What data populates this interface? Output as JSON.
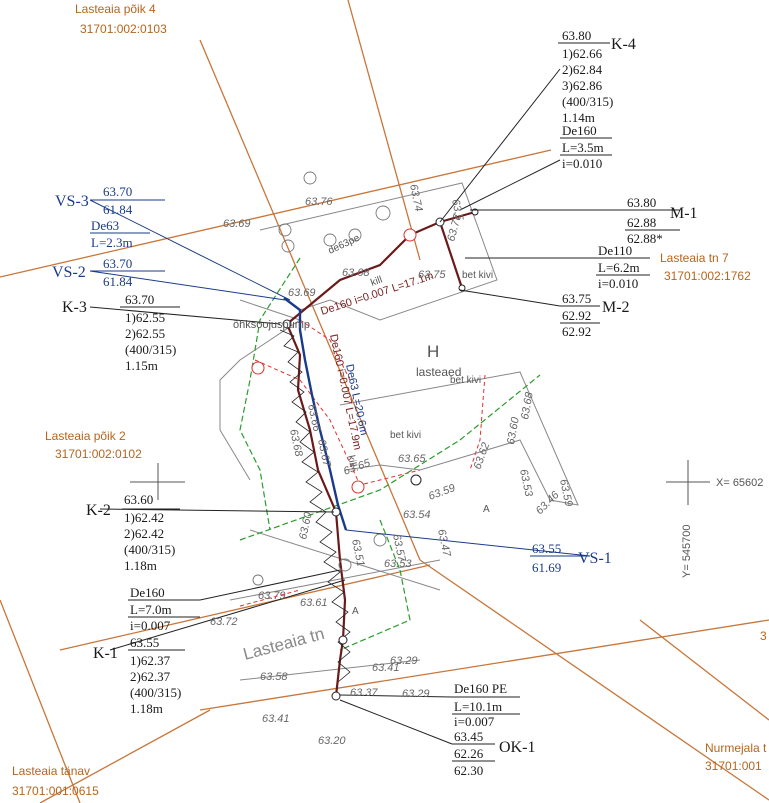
{
  "parcels": {
    "top_left_name": "Lasteaia põik 4",
    "top_left_id": "31701:002:0103",
    "left_mid_name": "Lasteaia põik 2",
    "left_mid_id": "31701:002:0102",
    "right_name": "Lasteaia tn 7",
    "right_id": "31701:002:1762",
    "bottom_left_name": "Lasteaia tänav",
    "bottom_left_id": "31701:001:0615",
    "bottom_right_name": "Nurmejala t",
    "bottom_right_id": "31701:001",
    "edge_right_fragment": "3"
  },
  "nodes": {
    "k4": {
      "name": "K-4",
      "top": "63.80",
      "l1": "1)62.66",
      "l2": "2)62.84",
      "l3": "3)62.86",
      "l4": "(400/315)",
      "l5": "1.14m"
    },
    "k4_pipe": {
      "type": "De160",
      "len": "L=3.5m",
      "slope": "i=0.010"
    },
    "m1": {
      "name": "M-1",
      "top": "63.80",
      "l1": "62.88",
      "l2": "62.88*"
    },
    "m1_pipe": {
      "type": "De110",
      "len": "L=6.2m",
      "slope": "i=0.010"
    },
    "m2": {
      "name": "M-2",
      "top": "63.75",
      "l1": "62.92",
      "l2": "62.92"
    },
    "vs3": {
      "name": "VS-3",
      "top": "63.70",
      "bottom": "61.84"
    },
    "vs3_pipe": {
      "type": "De63",
      "len": "L=2.3m"
    },
    "vs2": {
      "name": "VS-2",
      "top": "63.70",
      "bottom": "61.84"
    },
    "k3": {
      "name": "K-3",
      "top": "63.70",
      "l1": "1)62.55",
      "l2": "2)62.55",
      "l3": "(400/315)",
      "l4": "1.15m"
    },
    "k2": {
      "name": "K-2",
      "top": "63.60",
      "l1": "1)62.42",
      "l2": "2)62.42",
      "l3": "(400/315)",
      "l4": "1.18m"
    },
    "vs1": {
      "name": "VS-1",
      "top": "63.55",
      "bottom": "61.69"
    },
    "k1_pipe": {
      "type": "De160",
      "len": "L=7.0m",
      "slope": "i=0.007"
    },
    "k1": {
      "name": "K-1",
      "top": "63.55",
      "l1": "1)62.37",
      "l2": "2)62.37",
      "l3": "(400/315)",
      "l4": "1.18m"
    },
    "ok1_pipe": {
      "type": "De160 PE",
      "len": "L=10.1m",
      "slope": "i=0.007"
    },
    "ok1": {
      "name": "OK-1",
      "top": "63.45",
      "l1": "62.26",
      "l2": "62.30"
    }
  },
  "map_labels": {
    "building_letter": "H",
    "building_name": "lasteaed",
    "heat_pump": "õhksoojuspump",
    "street": "Lasteaia tn",
    "bet_kivi_1": "bet kivi",
    "bet_kivi_2": "bet kivi",
    "bet_kivi_3": "bet kivi",
    "letter_a1": "A",
    "letter_a2": "A",
    "pipe_blue_vertical": "De63 L=20.6m",
    "pipe_red_vertical": "De160 i=0.007 L=17.9m",
    "pipe_diag": "De160 i=0.007 L=17.1m",
    "kill_1": "kill",
    "kill_2": "kill",
    "de63pe": "de63pe",
    "coord_x": "X= 65602",
    "coord_y": "Y= 545700"
  },
  "spot_heights": [
    "63.76",
    "63.69",
    "63.68",
    "63.69",
    "63.75",
    "63.65",
    "63.66",
    "63.67",
    "63.68",
    "63.65",
    "63.59",
    "63.54",
    "63.53",
    "63.61",
    "63.72",
    "63.79",
    "63.58",
    "63.41",
    "63.29",
    "63.37",
    "63.29",
    "63.41",
    "63.20",
    "63.68",
    "63.60",
    "63.53",
    "63.59",
    "63.46",
    "63.77",
    "63.5",
    "63.51",
    "63.57",
    "63.62",
    "63.47",
    "63.60",
    "63.74"
  ],
  "colors": {
    "parcel_line": "#c8763a",
    "sewer": "#6b1a1a",
    "water": "#1a3b8a",
    "green": "#2a9d2a",
    "red": "#e03030"
  }
}
